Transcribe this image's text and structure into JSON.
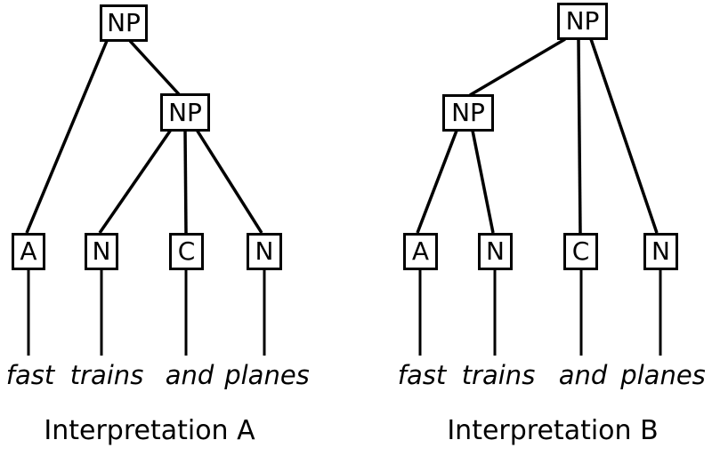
{
  "figure": {
    "background_color": "#ffffff",
    "line_color": "#000000",
    "trees": [
      {
        "caption": "Interpretation A",
        "root_label": "NP",
        "inner_label": "NP",
        "leaf_labels": [
          "A",
          "N",
          "C",
          "N"
        ],
        "words": [
          "fast",
          "trains",
          "and",
          "planes"
        ],
        "edges": [
          [
            "NP-root",
            "A"
          ],
          [
            "NP-root",
            "NP-inner"
          ],
          [
            "NP-inner",
            "N"
          ],
          [
            "NP-inner",
            "C"
          ],
          [
            "NP-inner",
            "N2"
          ],
          [
            "A",
            "fast"
          ],
          [
            "N",
            "trains"
          ],
          [
            "C",
            "and"
          ],
          [
            "N2",
            "planes"
          ]
        ]
      },
      {
        "caption": "Interpretation B",
        "root_label": "NP",
        "inner_label": "NP",
        "leaf_labels": [
          "A",
          "N",
          "C",
          "N"
        ],
        "words": [
          "fast",
          "trains",
          "and",
          "planes"
        ],
        "edges": [
          [
            "NP-root",
            "NP-inner"
          ],
          [
            "NP-root",
            "C"
          ],
          [
            "NP-root",
            "N2"
          ],
          [
            "NP-inner",
            "A"
          ],
          [
            "NP-inner",
            "N"
          ],
          [
            "A",
            "fast"
          ],
          [
            "N",
            "trains"
          ],
          [
            "C",
            "and"
          ],
          [
            "N2",
            "planes"
          ]
        ]
      }
    ]
  }
}
